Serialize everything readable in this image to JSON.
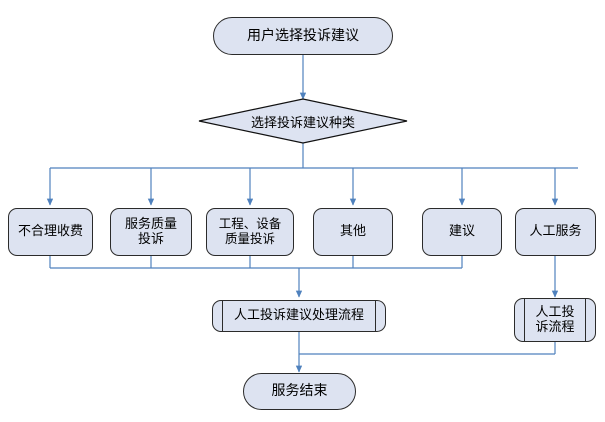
{
  "diagram": {
    "title_node": {
      "label": "用户选择投诉建议",
      "shape": "terminal"
    },
    "decision": {
      "label": "选择投诉建议种类",
      "shape": "diamond"
    },
    "categories": [
      {
        "label": "不合理收费",
        "shape": "rounded-box"
      },
      {
        "label": "服务质量\n投诉",
        "shape": "rounded-box"
      },
      {
        "label": "工程、设备\n质量投诉",
        "shape": "rounded-box"
      },
      {
        "label": "其他",
        "shape": "rounded-box"
      },
      {
        "label": "建议",
        "shape": "rounded-box"
      },
      {
        "label": "人工服务",
        "shape": "rounded-box"
      }
    ],
    "processes": [
      {
        "label": "人工投诉建议处理流程",
        "shape": "predefined-process"
      },
      {
        "label": "人工投\n诉流程",
        "shape": "predefined-process"
      }
    ],
    "end_node": {
      "label": "服务结束",
      "shape": "terminal"
    },
    "colors": {
      "node_fill": "#dde3f1",
      "node_border": "#2b2b2b",
      "connector": "#4f81bd",
      "text": "#000000",
      "background": "#ffffff"
    }
  }
}
